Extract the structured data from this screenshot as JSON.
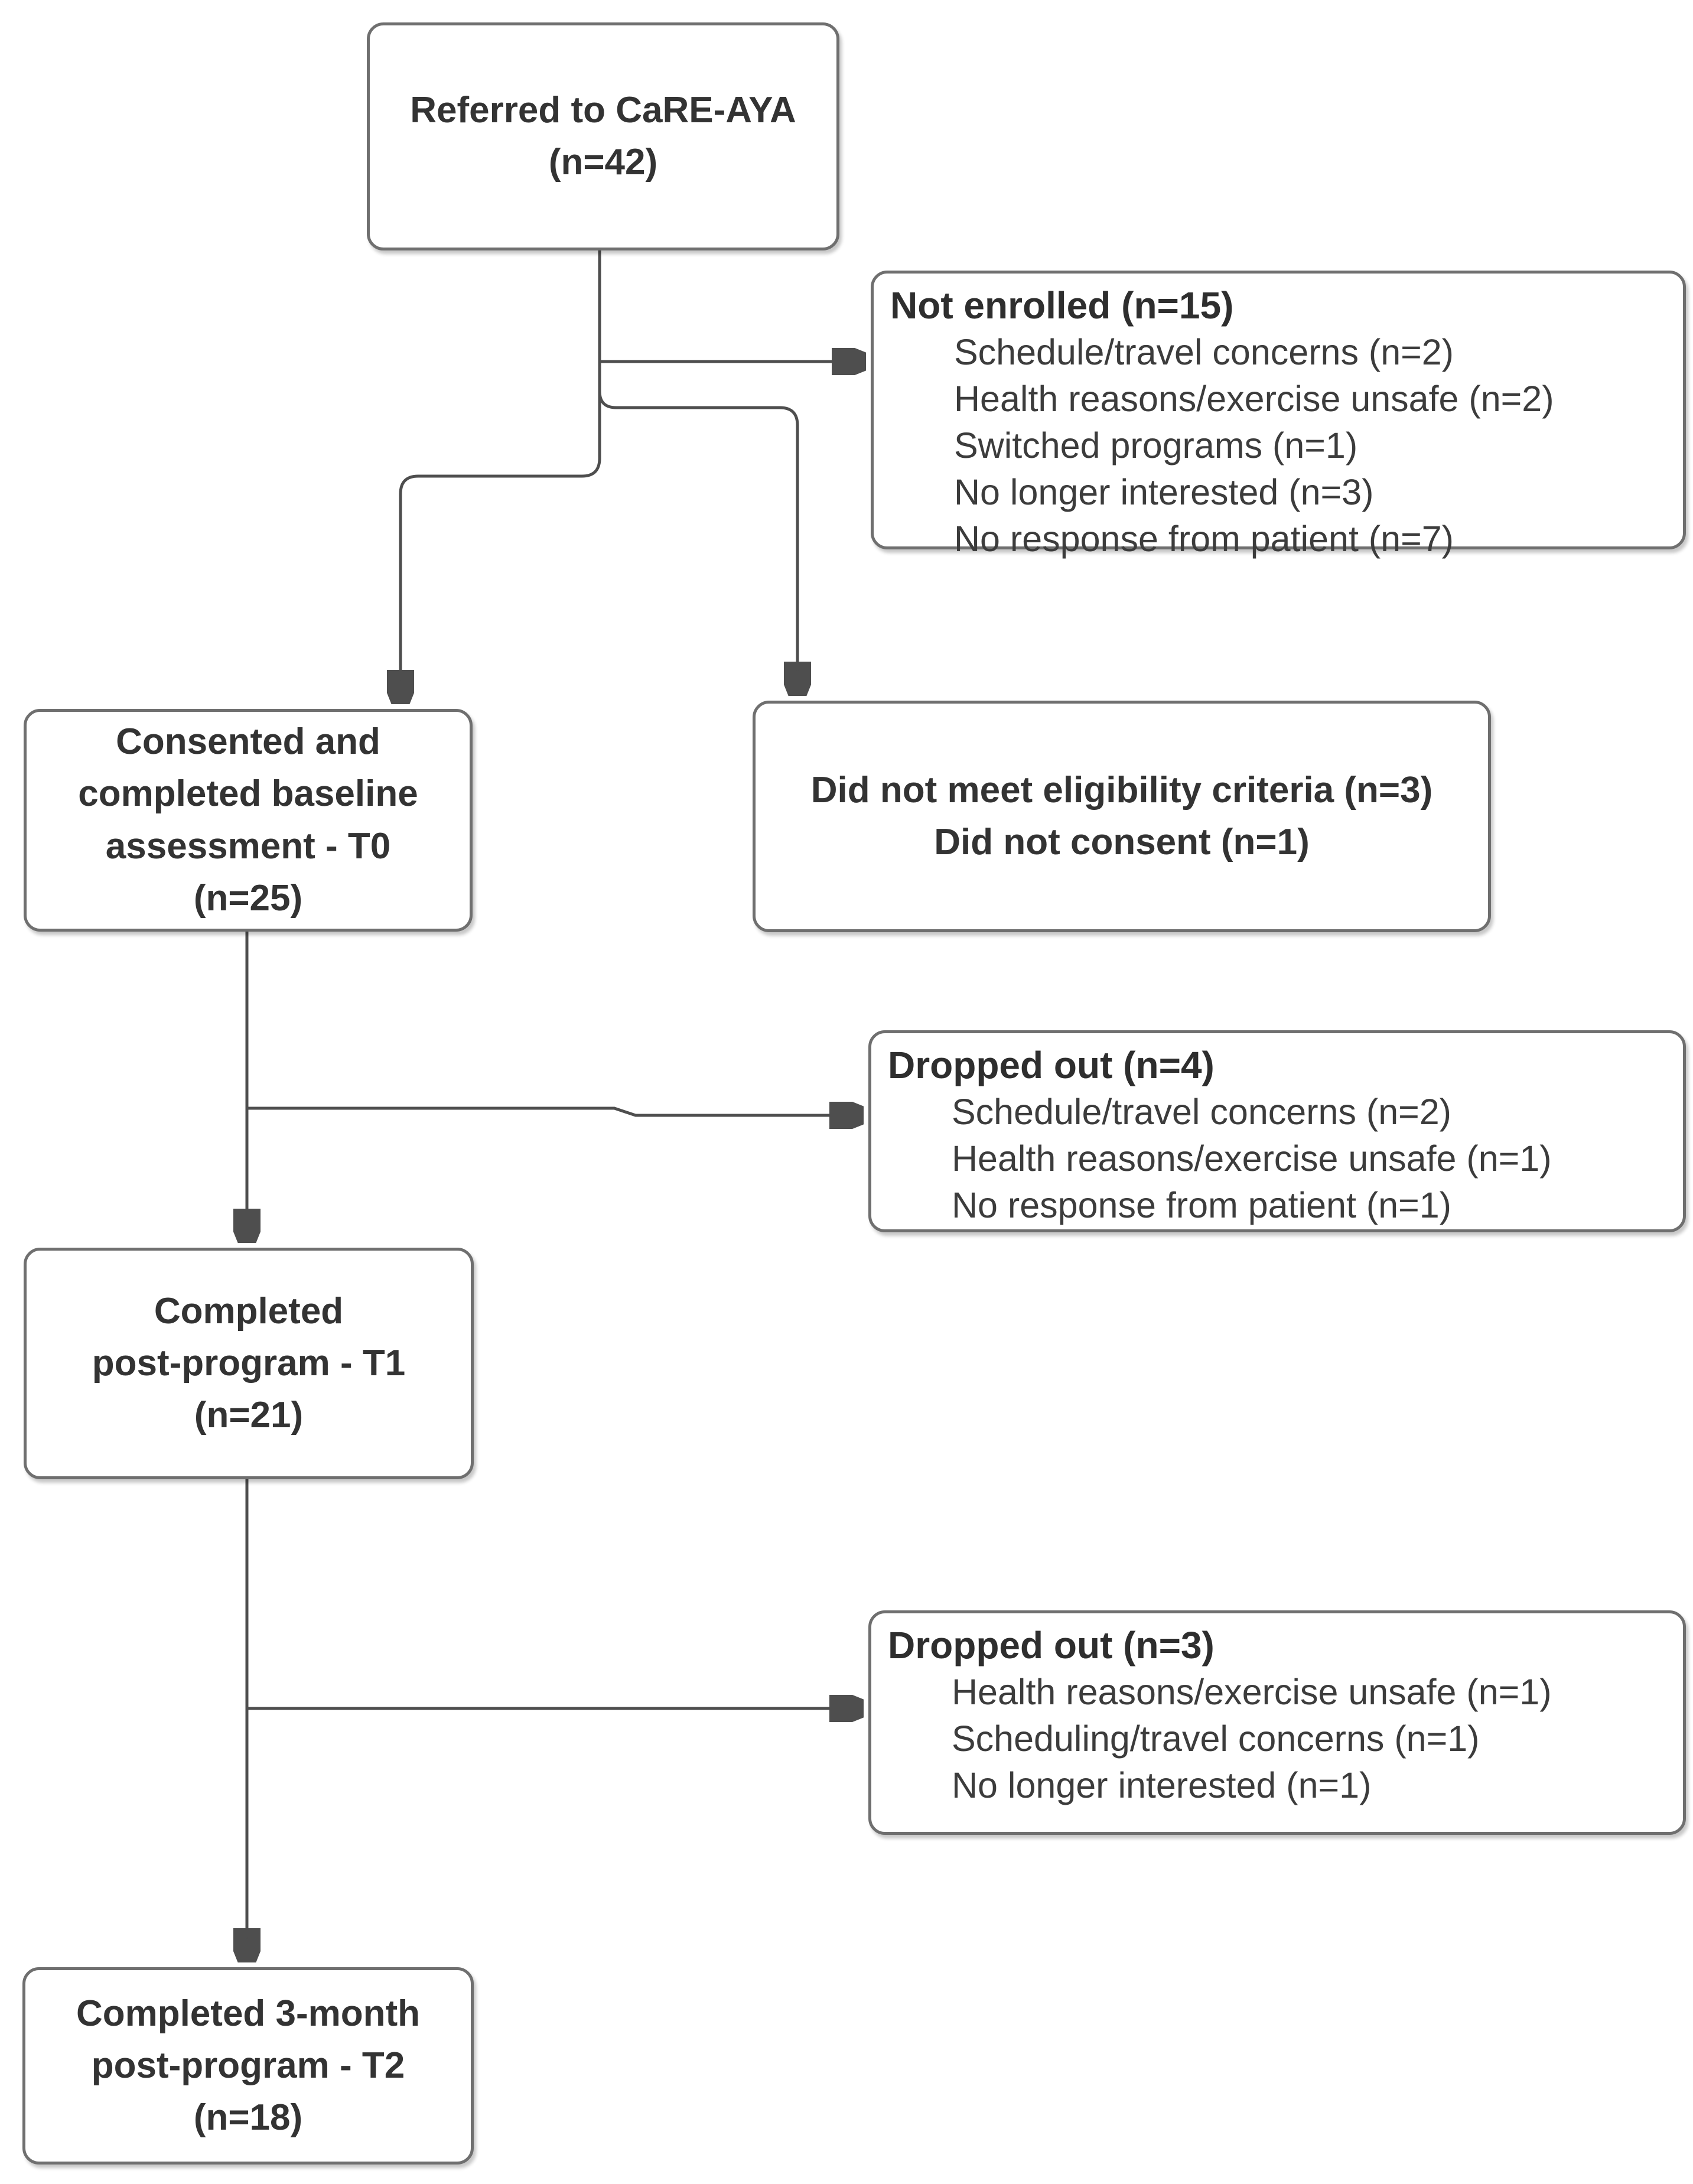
{
  "colors": {
    "background": "#ffffff",
    "box_fill": "#ffffff",
    "box_border": "#6f6f6f",
    "text": "#333333",
    "connector_line": "#4e4e4e",
    "arrowhead": "#1e1e1e"
  },
  "boxes": {
    "referred": {
      "lines": [
        "Referred to CaRE-AYA",
        "(n=42)"
      ]
    },
    "not_enrolled": {
      "title": "Not enrolled (n=15)",
      "items": [
        "Schedule/travel concerns (n=2)",
        "Health reasons/exercise unsafe (n=2)",
        "Switched programs (n=1)",
        "No longer interested (n=3)",
        "No response from patient (n=7)"
      ]
    },
    "consented": {
      "lines": [
        "Consented and",
        "completed baseline",
        "assessment - T0",
        "(n=25)"
      ]
    },
    "eligibility": {
      "lines": [
        "Did not meet eligibility criteria (n=3)",
        "Did not consent (n=1)"
      ]
    },
    "dropout_t1": {
      "title": "Dropped out (n=4)",
      "items": [
        "Schedule/travel concerns (n=2)",
        "Health reasons/exercise unsafe (n=1)",
        "No response from patient (n=1)"
      ]
    },
    "t1": {
      "lines": [
        "Completed",
        "post-program - T1",
        "(n=21)"
      ]
    },
    "dropout_t2": {
      "title": "Dropped out (n=3)",
      "items": [
        "Health reasons/exercise unsafe (n=1)",
        "Scheduling/travel concerns (n=1)",
        "No longer interested (n=1)"
      ]
    },
    "t2": {
      "lines": [
        "Completed 3-month",
        "post-program - T2",
        "(n=18)"
      ]
    }
  }
}
